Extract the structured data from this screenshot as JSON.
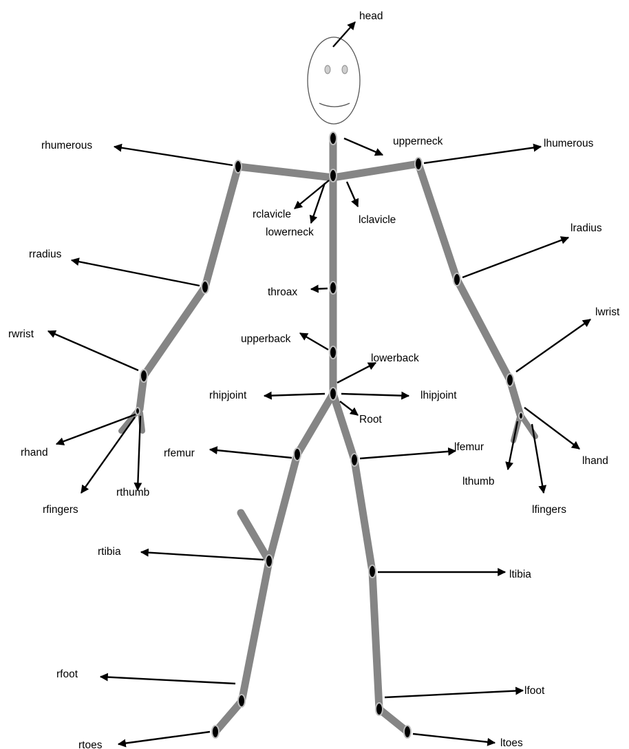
{
  "diagram": {
    "labels": {
      "head": "head",
      "upperneck": "upperneck",
      "rhumerous": "rhumerous",
      "lhumerous": "lhumerous",
      "rclavicle": "rclavicle",
      "lowerneck": "lowerneck",
      "lclavicle": "lclavicle",
      "rradius": "rradius",
      "lradius": "lradius",
      "throax": "throax",
      "upperback": "upperback",
      "lowerback": "lowerback",
      "rwrist": "rwrist",
      "lwrist": "lwrist",
      "rhipjoint": "rhipjoint",
      "lhipjoint": "lhipjoint",
      "root": "Root",
      "rhand": "rhand",
      "rfingers": "rfingers",
      "rthumb": "rthumb",
      "lhand": "lhand",
      "lthumb": "lthumb",
      "lfingers": "lfingers",
      "rfemur": "rfemur",
      "lfemur": "lfemur",
      "rtibia": "rtibia",
      "ltibia": "ltibia",
      "rfoot": "rfoot",
      "lfoot": "lfoot",
      "rtoes": "rtoes",
      "ltoes": "ltoes"
    },
    "colors": {
      "bone": "#858585",
      "joint": "#000000",
      "arrow": "#000000",
      "text": "#000000",
      "background": "#ffffff"
    }
  }
}
